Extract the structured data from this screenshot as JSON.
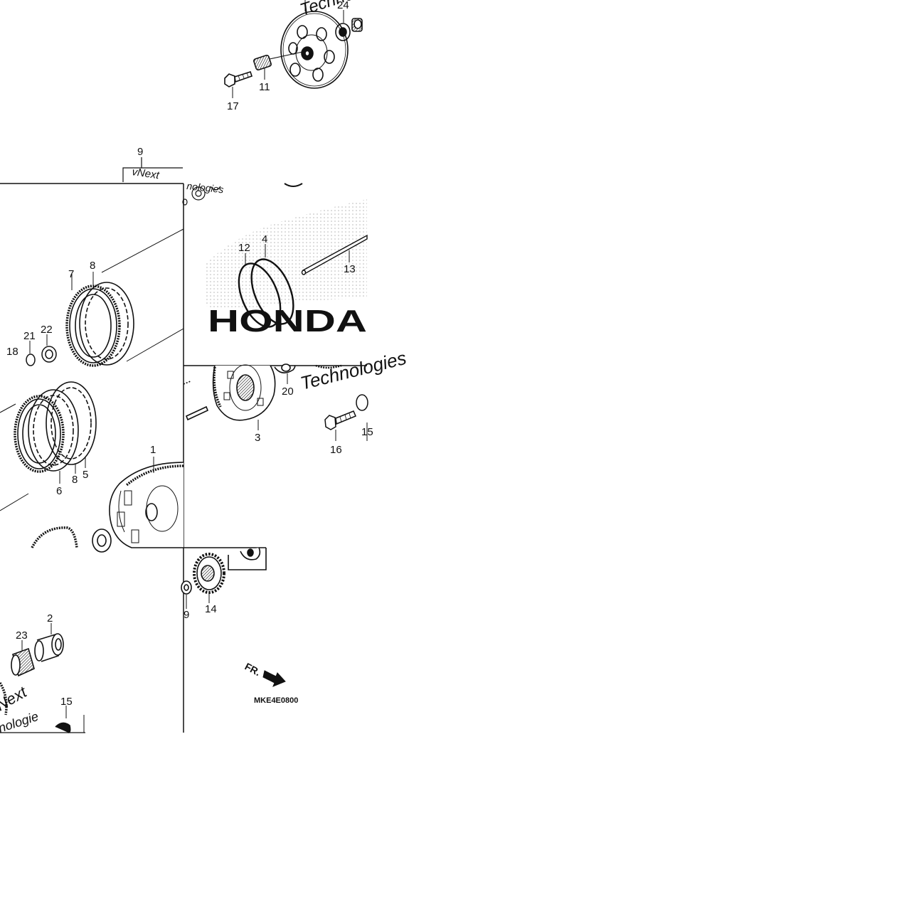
{
  "diagram": {
    "part_numbers": [
      "1",
      "2",
      "3",
      "4",
      "5",
      "6",
      "7",
      "8",
      "8",
      "9",
      "9",
      "11",
      "12",
      "13",
      "14",
      "15",
      "16",
      "17",
      "18",
      "20",
      "21",
      "22",
      "23",
      "24"
    ],
    "fr_label": "FR.",
    "diagram_code": "MKE4E0800",
    "brand_logo": "HONDA",
    "watermark_words": [
      "Techno",
      "vNext",
      "nologies",
      "Technologies",
      "Next",
      "nologie"
    ],
    "line_color": "#111111",
    "watermark_color": "#c9c9c9"
  }
}
